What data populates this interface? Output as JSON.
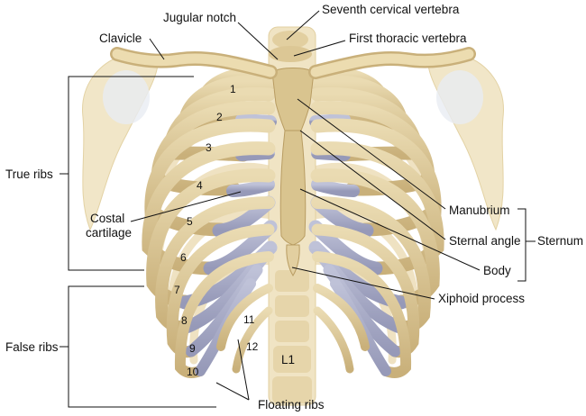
{
  "labels": {
    "jugular_notch": "Jugular notch",
    "seventh_cervical": "Seventh cervical vertebra",
    "clavicle": "Clavicle",
    "first_thoracic": "First thoracic vertebra",
    "true_ribs": "True ribs",
    "costal_cartilage": "Costal\ncartilage",
    "manubrium": "Manubrium",
    "sternal_angle": "Sternal angle",
    "sternum": "Sternum",
    "body": "Body",
    "xiphoid": "Xiphoid process",
    "false_ribs": "False ribs",
    "floating_ribs": "Floating ribs",
    "l1": "L1"
  },
  "rib_numbers": [
    "1",
    "2",
    "3",
    "4",
    "5",
    "6",
    "7",
    "8",
    "9",
    "10",
    "11",
    "12"
  ],
  "colors": {
    "bone": "#e2cfa0",
    "bone_shadow": "#c9b07a",
    "cartilage": "#a9acc6",
    "bone_faint": "#efe3c4"
  }
}
